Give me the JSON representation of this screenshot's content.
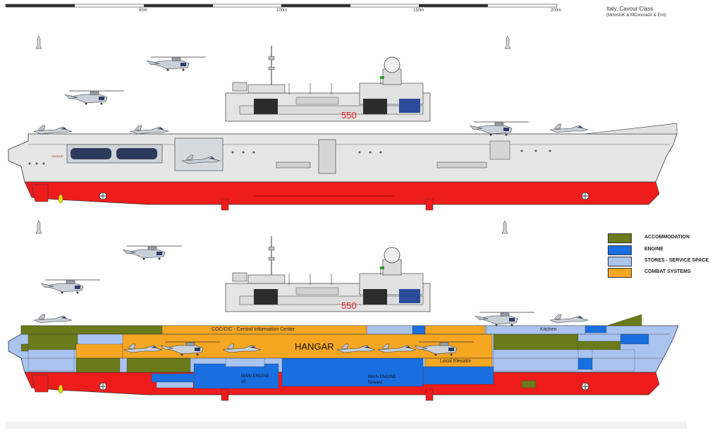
{
  "header": {
    "title": "Italy, Cavour Class",
    "credits": "(MihoshiK & MConcrado & Enri)"
  },
  "scale_bar": {
    "ticks": [
      "50m",
      "100m",
      "150m",
      "200m"
    ]
  },
  "ship": {
    "hull_number": "550",
    "name_marking": "CAVOUR"
  },
  "legend": {
    "items": [
      {
        "label": "ACCOMMODATION",
        "color": "#6b7a1a"
      },
      {
        "label": "ENGINE",
        "color": "#1a6fe0"
      },
      {
        "label": "STORES - SERVICE SPACE",
        "color": "#aac4f0"
      },
      {
        "label": "COMBAT SYSTEMS",
        "color": "#f5a623"
      }
    ]
  },
  "cutaway": {
    "cic_label": "COC/CIC - Central Information Center",
    "hangar_label": "HANGAR",
    "kitchen_label": "Kitchen",
    "elevator_label": "Local Elevator",
    "engine_aft_label": "MAIN ENGINE\naft",
    "engine_fwd_label": "MAIN ENGINE\nforward"
  },
  "colors": {
    "hull_grey": "#e6e6e6",
    "red_underwater": "#ef1c1c",
    "line": "#333333"
  }
}
